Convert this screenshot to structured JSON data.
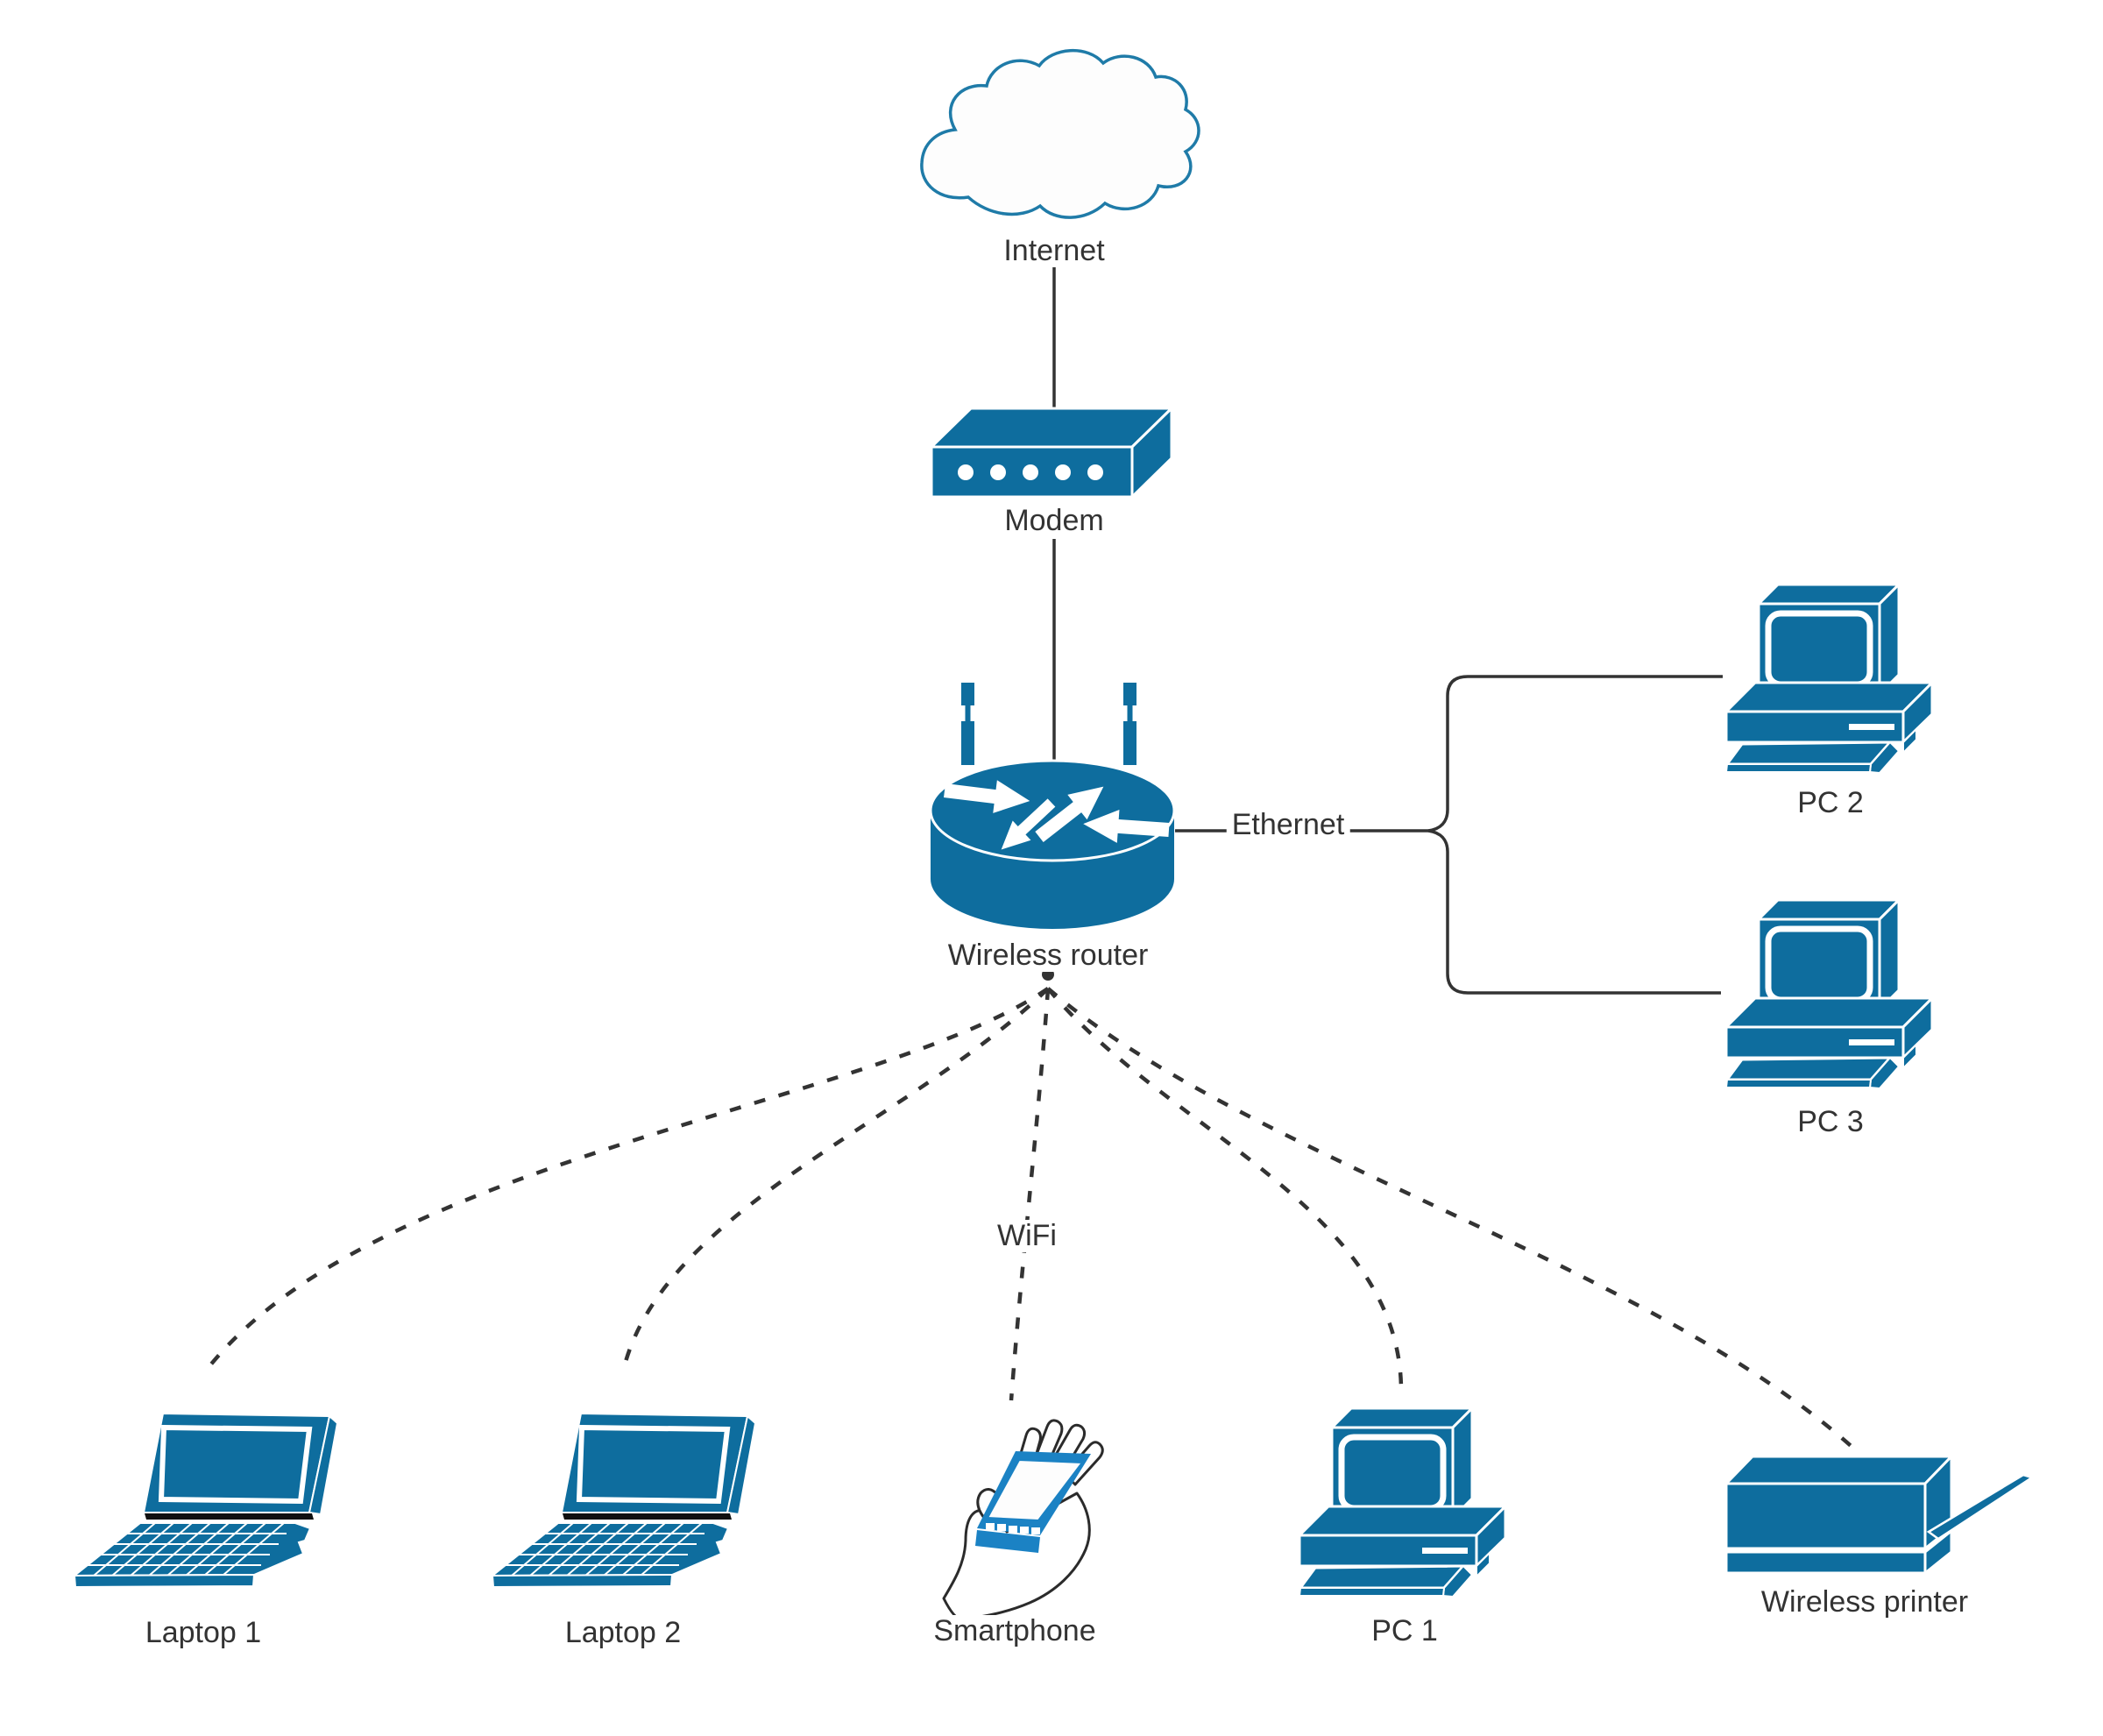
{
  "diagram": {
    "type": "home-network-diagram",
    "nodes": {
      "internet": {
        "label": "Internet"
      },
      "modem": {
        "label": "Modem"
      },
      "wireless_router": {
        "label": "Wireless router"
      },
      "pc1": {
        "label": "PC 1"
      },
      "pc2": {
        "label": "PC 2"
      },
      "pc3": {
        "label": "PC 3"
      },
      "laptop1": {
        "label": "Laptop 1"
      },
      "laptop2": {
        "label": "Laptop 2"
      },
      "smartphone": {
        "label": "Smartphone"
      },
      "wireless_printer": {
        "label": "Wireless printer"
      }
    },
    "links": {
      "ethernet_label": "Ethernet",
      "wifi_label": "WiFi"
    },
    "colors": {
      "device_blue": "#0e6d9e",
      "smartphone_blue": "#1b82c4",
      "cloud_outline": "#1f7ba8",
      "connector": "#333333",
      "label_text": "#333333",
      "background": "#ffffff"
    }
  }
}
